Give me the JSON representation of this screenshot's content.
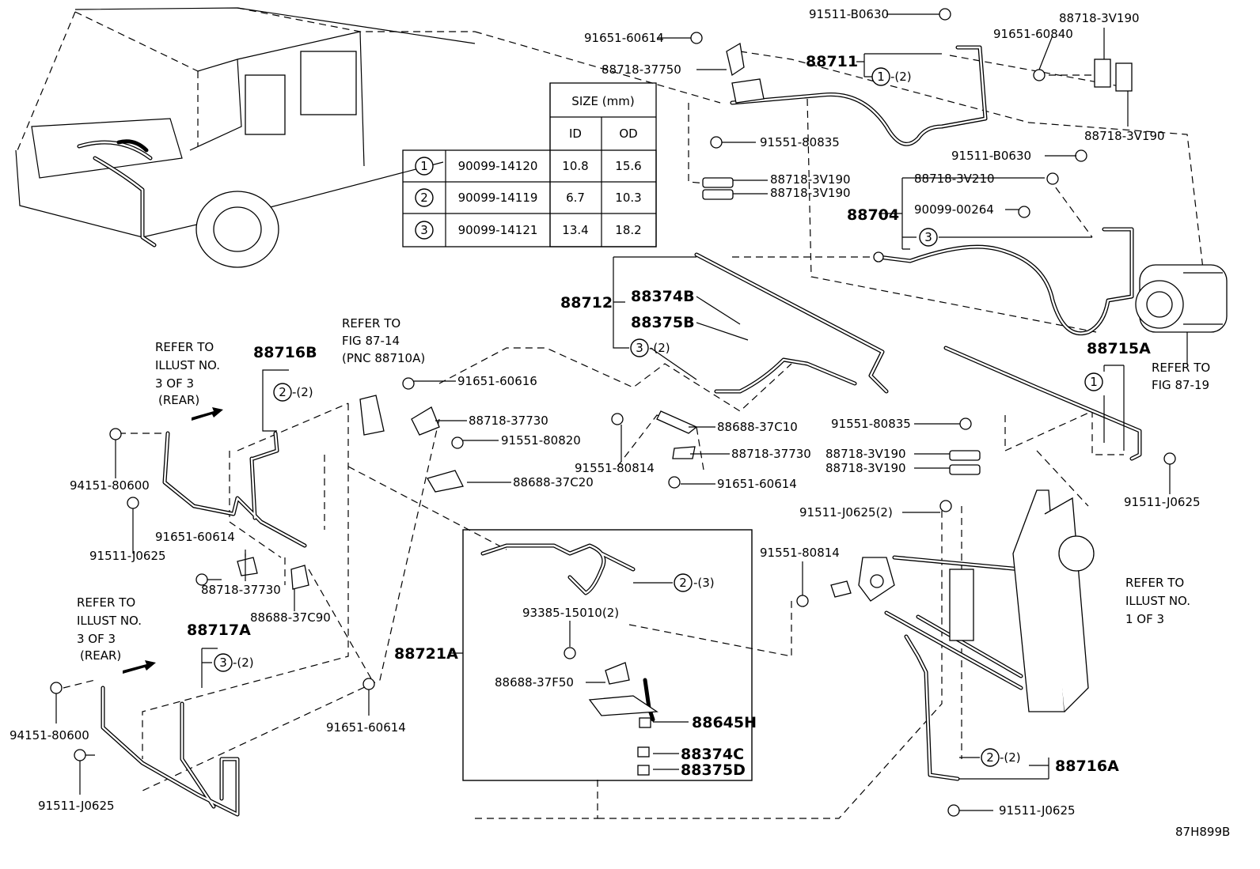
{
  "labels": {
    "p91511_B0630_top": "91511-B0630",
    "p91651_60614_top": "91651-60614",
    "p88718_37750": "88718-37750",
    "p88711": "88711",
    "p1_2_a": "-(2)",
    "p91651_60840": "91651-60840",
    "p88718_3V190_tr": "88718-3V190",
    "p88718_3V190_tr2": "88718-3V190",
    "p91551_80835_top": "91551-80835",
    "p88718_3V190_a": "88718-3V190",
    "p88718_3V190_b": "88718-3V190",
    "p91511_B0630_mid": "91511-B0630",
    "p88718_3V210": "88718-3V210",
    "p88704": "88704",
    "p90099_00264": "90099-00264",
    "p88712": "88712",
    "p88374B": "88374B",
    "p88375B": "88375B",
    "p3_2_a": "-(2)",
    "p88715A": "88715A",
    "p88716B": "88716B",
    "p2_2_a": "-(2)",
    "p91651_60616": "91651-60616",
    "p88718_37730_a": "88718-37730",
    "p91551_80820": "91551-80820",
    "p88688_37C20": "88688-37C20",
    "p88688_37C10": "88688-37C10",
    "p88718_37730_b": "88718-37730",
    "p91551_80814_a": "91551-80814",
    "p91651_60614_b": "91651-60614",
    "p91551_80835_mid": "91551-80835",
    "p88718_3V190_c": "88718-3V190",
    "p88718_3V190_d": "88718-3V190",
    "p91511_J0625_r": "91511-J0625",
    "p91511_J0625_2": "91511-J0625(2)",
    "p91551_80814_b": "91551-80814",
    "p94151_80600_a": "94151-80600",
    "p91511_J0625_a": "91511-J0625",
    "p91651_60614_c": "91651-60614",
    "p88718_37730_c": "88718-37730",
    "p88688_37C90": "88688-37C90",
    "p88717A": "88717A",
    "p3_2_b": "-(2)",
    "p94151_80600_b": "94151-80600",
    "p91511_J0625_b": "91511-J0625",
    "p91651_60614_d": "91651-60614",
    "p88721A": "88721A",
    "p2_3": "-(3)",
    "p93385_15010": "93385-15010(2)",
    "p88688_37F50": "88688-37F50",
    "p88645H": "88645H",
    "p88374C": "88374C",
    "p88375D": "88375D",
    "p2_2_b": "-(2)",
    "p88716A": "88716A",
    "p91511_J0625_c": "91511-J0625",
    "fig_code": "87H899B"
  },
  "refs": {
    "ref_fig_87_14": [
      "REFER TO",
      "FIG 87-14",
      "(PNC 88710A)"
    ],
    "ref_illust_3_a": [
      "REFER TO",
      "ILLUST NO.",
      "3 OF 3",
      "(REAR)"
    ],
    "ref_illust_3_b": [
      "REFER TO",
      "ILLUST NO.",
      "3 OF 3",
      "(REAR)"
    ],
    "ref_fig_87_19": [
      "REFER TO",
      "FIG 87-19"
    ],
    "ref_illust_1": [
      "REFER TO",
      "ILLUST NO.",
      "1 OF 3"
    ]
  },
  "circle_numbers": [
    "1",
    "2",
    "3"
  ],
  "size_table": {
    "header_size": "SIZE (mm)",
    "header_id": "ID",
    "header_od": "OD",
    "rows": [
      {
        "num": "1",
        "part": "90099-14120",
        "id": "10.8",
        "od": "15.6"
      },
      {
        "num": "2",
        "part": "90099-14119",
        "id": "6.7",
        "od": "10.3"
      },
      {
        "num": "3",
        "part": "90099-14121",
        "id": "13.4",
        "od": "18.2"
      }
    ]
  }
}
